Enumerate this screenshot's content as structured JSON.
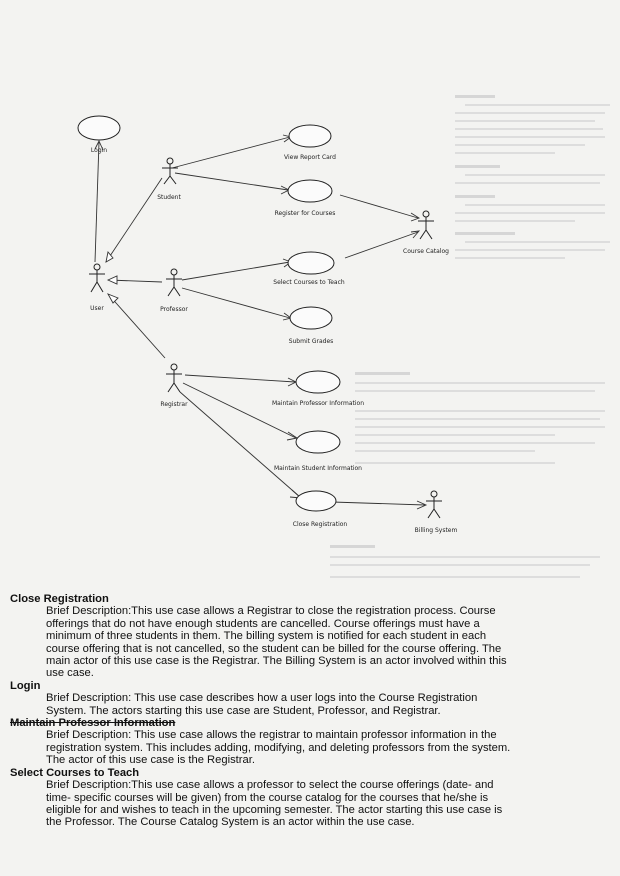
{
  "diagram": {
    "use_cases": {
      "login": "Login",
      "view_report_card": "View Report Card",
      "register_courses": "Register for Courses",
      "select_courses": "Select Courses to Teach",
      "submit_grades": "Submit Grades",
      "maintain_professor": "Maintain Professor Information",
      "maintain_student": "Maintain Student Information",
      "close_registration": "Close Registration"
    },
    "actors": {
      "student": "Student",
      "user": "User",
      "professor": "Professor",
      "registrar": "Registrar",
      "course_catalog": "Course Catalog",
      "billing_system": "Billing System"
    }
  },
  "document": {
    "entries": [
      {
        "title": "Close Registration",
        "description": "Brief Description:This use case allows a Registrar to close the registration process. Course offerings that do not have enough students are cancelled. Course offerings must have a minimum of three students in them. The billing system is notified for each student in each course offering that is not cancelled, so the student can be billed for the course offering. The main actor of this use case is the Registrar. The Billing System is an actor involved within this use case."
      },
      {
        "title": "Login",
        "description": "Brief Description: This use case describes how a user logs into the Course Registration System. The actors starting this use case are Student, Professor, and Registrar."
      },
      {
        "title": "Maintain Professor Information",
        "description": "Brief Description: This use case allows the registrar to maintain professor information in the registration system. This includes adding, modifying, and deleting professors from the system. The actor of this use case is the Registrar."
      },
      {
        "title": "Select Courses to Teach",
        "description": "Brief Description:This use case allows a professor to select the course offerings (date- and time- specific courses will be given) from the course catalog for the courses that he/she is eligible for and wishes to teach in the upcoming semester. The actor starting this use case is the Professor. The Course Catalog System is an actor within the use case."
      }
    ]
  }
}
